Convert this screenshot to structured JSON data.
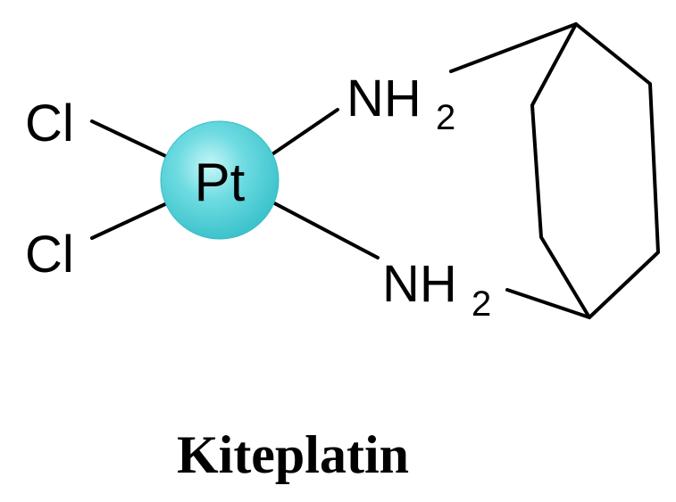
{
  "molecule": {
    "metal": {
      "symbol": "Pt",
      "color": "#4fd0d8"
    },
    "ligands": {
      "chloride_top": "Cl",
      "chloride_bottom": "Cl",
      "amine_top": {
        "symbol": "NH",
        "subscript": "2"
      },
      "amine_bottom": {
        "symbol": "NH",
        "subscript": "2"
      }
    },
    "name": "Kiteplatin"
  }
}
